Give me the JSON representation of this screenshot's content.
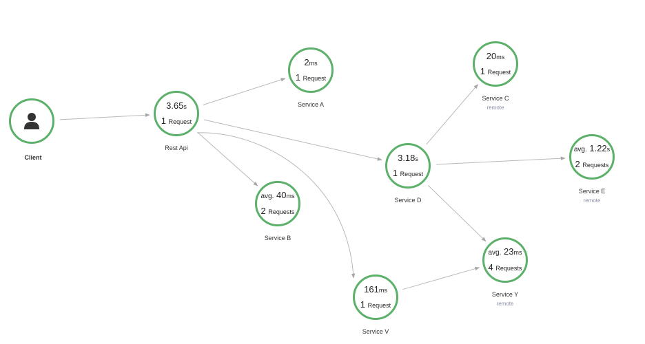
{
  "colors": {
    "node_border": "#5cb06a",
    "edge": "#b8b8b8",
    "icon": "#333333"
  },
  "client": {
    "label": "Client",
    "icon": "user-icon"
  },
  "nodes": [
    {
      "id": "rest-api",
      "prefix": "",
      "value": "3.65",
      "unit": "s",
      "count": "1",
      "count_label": "Request",
      "label": "Rest Api",
      "sub": ""
    },
    {
      "id": "service-a",
      "prefix": "",
      "value": "2",
      "unit": "ms",
      "count": "1",
      "count_label": "Request",
      "label": "Service A",
      "sub": ""
    },
    {
      "id": "service-b",
      "prefix": "avg.",
      "value": "40",
      "unit": "ms",
      "count": "2",
      "count_label": "Requests",
      "label": "Service B",
      "sub": ""
    },
    {
      "id": "service-d",
      "prefix": "",
      "value": "3.18",
      "unit": "s",
      "count": "1",
      "count_label": "Request",
      "label": "Service D",
      "sub": ""
    },
    {
      "id": "service-v",
      "prefix": "",
      "value": "161",
      "unit": "ms",
      "count": "1",
      "count_label": "Request",
      "label": "Service V",
      "sub": ""
    },
    {
      "id": "service-c",
      "prefix": "",
      "value": "20",
      "unit": "ms",
      "count": "1",
      "count_label": "Request",
      "label": "Service C",
      "sub": "remote"
    },
    {
      "id": "service-e",
      "prefix": "avg.",
      "value": "1.22",
      "unit": "s",
      "count": "2",
      "count_label": "Requests",
      "label": "Service E",
      "sub": "remote"
    },
    {
      "id": "service-y",
      "prefix": "avg.",
      "value": "23",
      "unit": "ms",
      "count": "4",
      "count_label": "Requests",
      "label": "Service Y",
      "sub": "remote"
    }
  ],
  "edges": [
    {
      "from": "client",
      "to": "rest-api"
    },
    {
      "from": "rest-api",
      "to": "service-a"
    },
    {
      "from": "rest-api",
      "to": "service-d"
    },
    {
      "from": "rest-api",
      "to": "service-b"
    },
    {
      "from": "rest-api",
      "to": "service-v"
    },
    {
      "from": "service-d",
      "to": "service-c"
    },
    {
      "from": "service-d",
      "to": "service-e"
    },
    {
      "from": "service-d",
      "to": "service-y"
    },
    {
      "from": "service-v",
      "to": "service-y"
    }
  ]
}
